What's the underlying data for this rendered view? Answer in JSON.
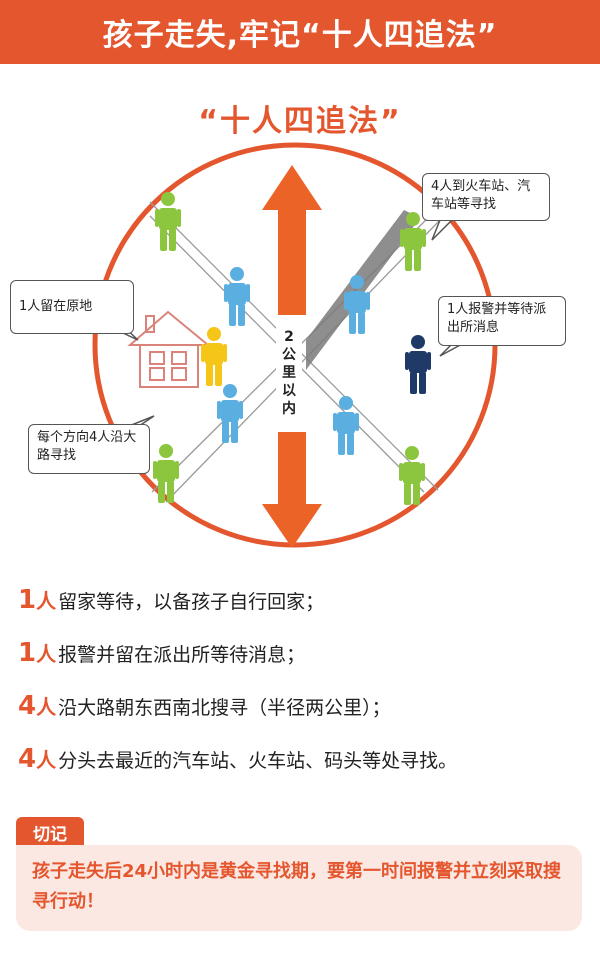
{
  "header": {
    "title": "孩子走失,牢记“十人四追法”"
  },
  "diagram": {
    "title": "“十人四追法”",
    "center_label": [
      "2",
      "公",
      "里",
      "以",
      "内"
    ],
    "callouts": {
      "home": "1人留在原地",
      "station": "4人到火车站、汽车站等寻找",
      "police": "1人报警并等待派出所消息",
      "roads": "每个方向4人沿大路寻找"
    },
    "colors": {
      "accent": "#e4572e",
      "green_person": "#8cc63f",
      "blue_person": "#5aaee0",
      "yellow_person": "#f5c518",
      "navy_person": "#1f3a66"
    }
  },
  "rules": [
    {
      "num": "1",
      "unit": "人",
      "text": "留家等待，以备孩子自行回家；"
    },
    {
      "num": "1",
      "unit": "人",
      "text": "报警并留在派出所等待消息；"
    },
    {
      "num": "4",
      "unit": "人",
      "text": "沿大路朝东西南北搜寻（半径两公里）；"
    },
    {
      "num": "4",
      "unit": "人",
      "text": "分头去最近的汽车站、火车站、码头等处寻找。"
    }
  ],
  "note": {
    "tag": "切记",
    "text": "孩子走失后24小时内是黄金寻找期，要第一时间报警并立刻采取搜寻行动！"
  }
}
